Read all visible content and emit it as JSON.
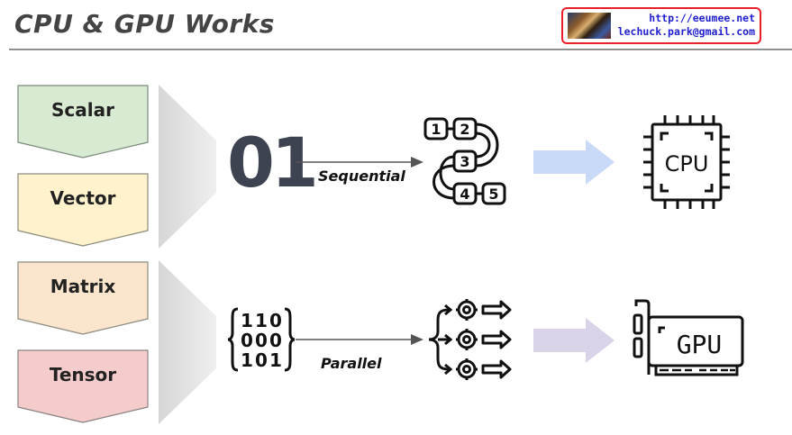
{
  "header": {
    "title": "CPU & GPU Works",
    "badge": {
      "url": "http://eeumee.net",
      "email": "lechuck.park@gmail.com",
      "border_color": "#e8202a",
      "text_color": "#2020d0"
    }
  },
  "data_types": [
    {
      "label": "Scalar",
      "fill": "#d9ead3",
      "stroke": "#7a8a7a"
    },
    {
      "label": "Vector",
      "fill": "#fff2cc",
      "stroke": "#8a8a7a"
    },
    {
      "label": "Matrix",
      "fill": "#fce5cd",
      "stroke": "#8a8a80"
    },
    {
      "label": "Tensor",
      "fill": "#f4cccc",
      "stroke": "#8a8080"
    }
  ],
  "rows": [
    {
      "data_glyph": "01",
      "arrow_label": "Sequential",
      "process_icon": "sequential-steps-icon",
      "steps": [
        "1",
        "2",
        "3",
        "4",
        "5"
      ],
      "target_arrow_color": "#c9daf8",
      "target_label": "CPU",
      "target_icon": "cpu-chip-icon"
    },
    {
      "data_glyph_matrix": [
        [
          "1",
          "1",
          "0"
        ],
        [
          "0",
          "0",
          "0"
        ],
        [
          "1",
          "0",
          "1"
        ]
      ],
      "arrow_label": "Parallel",
      "process_icon": "parallel-gears-icon",
      "target_arrow_color": "#d9d2e9",
      "target_label": "GPU",
      "target_icon": "gpu-card-icon"
    }
  ]
}
